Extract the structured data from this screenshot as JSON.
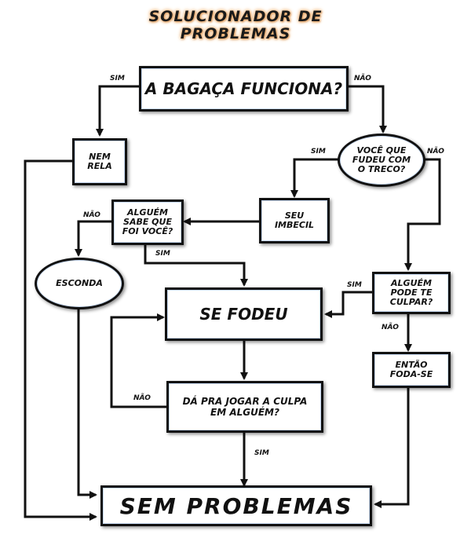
{
  "title": {
    "line1": "SOLUCIONADOR DE",
    "line2": "PROBLEMAS"
  },
  "nodes": {
    "start": "A BAGAÇA FUNCIONA?",
    "nem_rela": "NEM RELA",
    "voce_fudeu": "VOCÊ QUE FUDEU COM O TRECO?",
    "seu_imbecil": "SEU IMBECIL",
    "alguem_sabe": "ALGUÉM SABE QUE FOI VOCÊ?",
    "esconda": "ESCONDA",
    "se_fodeu": "SE FODEU",
    "alguem_culpar": "ALGUÉM PODE TE CULPAR?",
    "entao_foda": "ENTÃO FODA-SE",
    "jogar_culpa": "DÁ PRA JOGAR A CULPA EM ALGUÉM?",
    "sem_problemas": "SEM PROBLEMAS"
  },
  "edge_labels": {
    "start_sim": "SIM",
    "start_nao": "NÃO",
    "voce_sim": "SIM",
    "voce_nao": "NÃO",
    "sabe_nao": "NÃO",
    "sabe_sim": "SIM",
    "culpar_sim": "SIM",
    "culpar_nao": "NÃO",
    "jogar_nao": "NÃO",
    "jogar_sim": "SIM"
  },
  "colors": {
    "stroke": "#111111",
    "box_inner_glow": "#c9dbf3",
    "title_glow": "#f0b070"
  }
}
